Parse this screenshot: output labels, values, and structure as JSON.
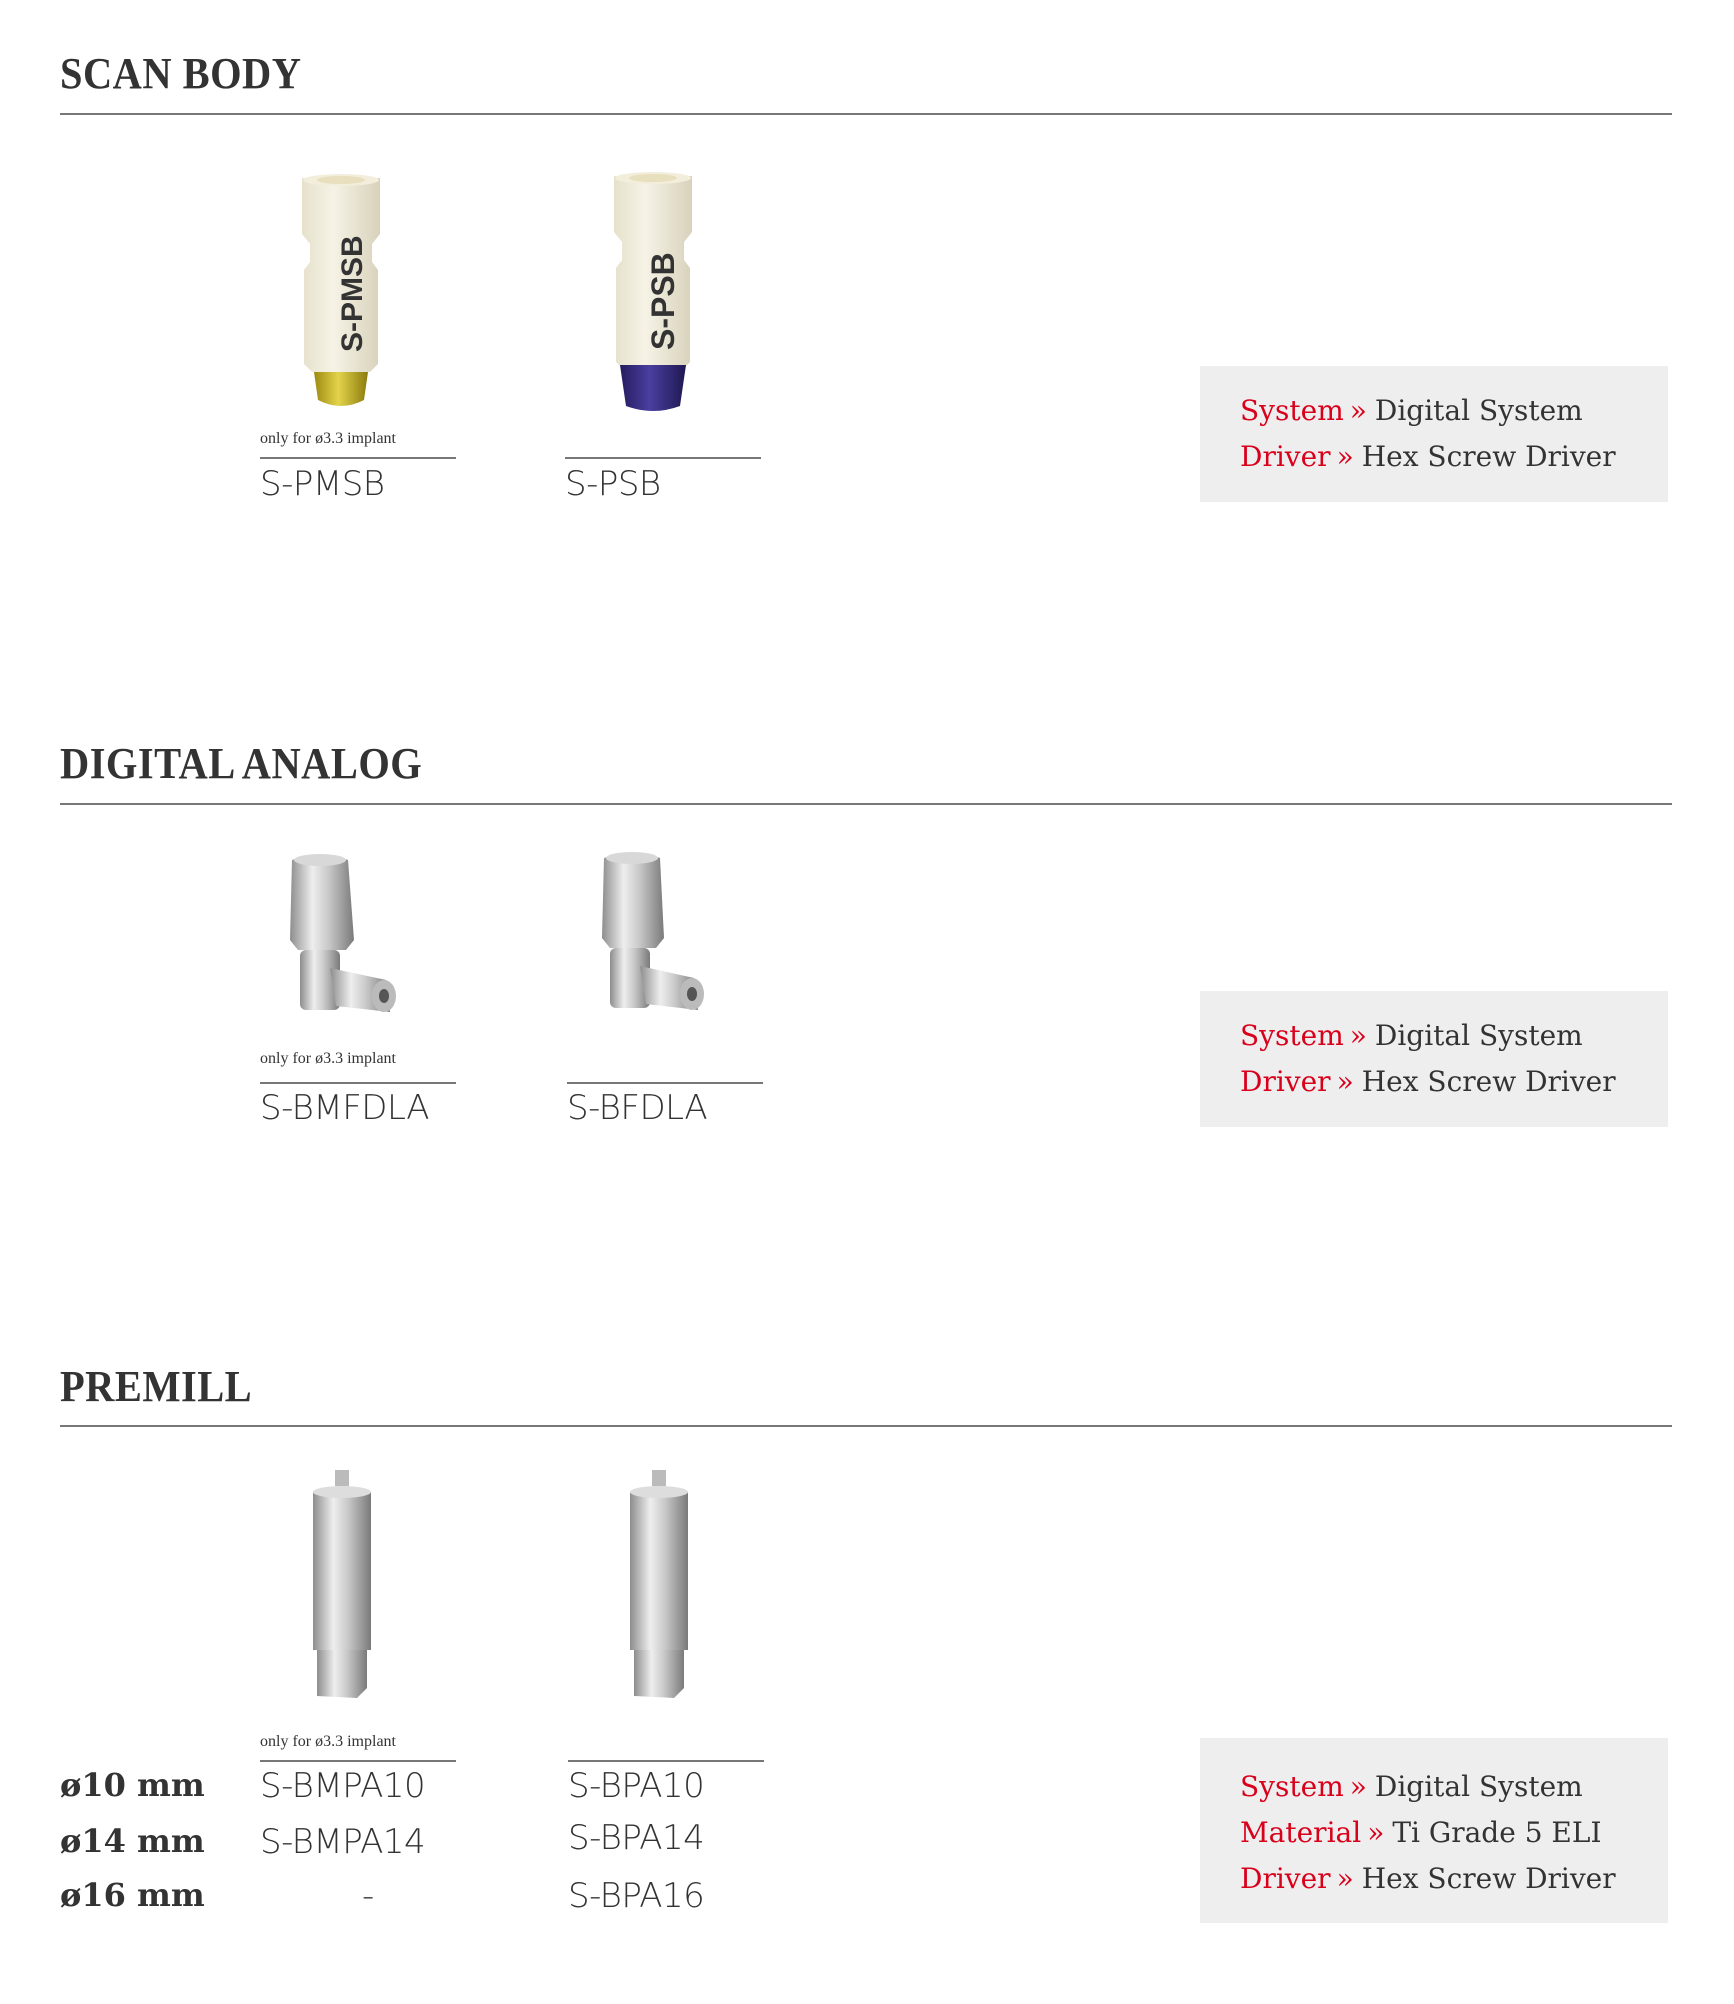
{
  "sections": [
    {
      "title": "SCAN BODY",
      "products": [
        {
          "code": "S-PMSB",
          "note": "only for ø3.3 implant",
          "engraving": "S-PMSB",
          "accent": "#c9b21c"
        },
        {
          "code": "S-PSB",
          "note": "",
          "engraving": "S-PSB",
          "accent": "#3a2f86"
        }
      ],
      "info": [
        {
          "key": "System",
          "value": "Digital System"
        },
        {
          "key": "Driver",
          "value": "Hex Screw Driver"
        }
      ]
    },
    {
      "title": "DIGITAL ANALOG",
      "products": [
        {
          "code": "S-BMFDLA",
          "note": "only for ø3.3 implant"
        },
        {
          "code": "S-BFDLA",
          "note": ""
        }
      ],
      "info": [
        {
          "key": "System",
          "value": "Digital System"
        },
        {
          "key": "Driver",
          "value": "Hex Screw Driver"
        }
      ]
    },
    {
      "title": "PREMILL",
      "note": "only for ø3.3 implant",
      "diameters": [
        "ø10 mm",
        "ø14 mm",
        "ø16 mm"
      ],
      "columns": [
        [
          "S-BMPA10",
          "S-BMPA14",
          "-"
        ],
        [
          "S-BPA10",
          "S-BPA14",
          "S-BPA16"
        ]
      ],
      "info": [
        {
          "key": "System",
          "value": "Digital System"
        },
        {
          "key": "Material",
          "value": "Ti Grade 5 ELI"
        },
        {
          "key": "Driver",
          "value": "Hex Screw Driver"
        }
      ]
    }
  ],
  "separator": "»",
  "colors": {
    "accent": "#d9001b",
    "text": "#333333",
    "box": "#eeeeee"
  }
}
